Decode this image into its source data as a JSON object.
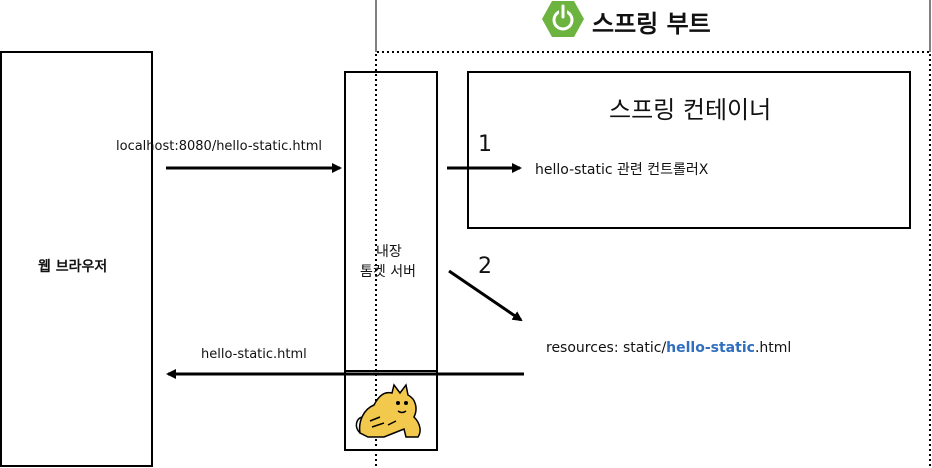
{
  "header": {
    "logo_icon": "spring-power-icon",
    "logo_color": "#6db33f",
    "title": "스프링 부트"
  },
  "browser": {
    "label": "웹 브라우저"
  },
  "tomcat": {
    "label_line1": "내장",
    "label_line2": "톰켓 서버",
    "icon": "tomcat-cat-icon"
  },
  "container": {
    "title": "스프링 컨테이너",
    "controller_text": "hello-static 관련 컨트롤러X"
  },
  "request": {
    "url": "localhost:8080/hello-static.html"
  },
  "steps": {
    "one": "1",
    "two": "2"
  },
  "resource": {
    "prefix": "resources: static/",
    "highlight": "hello-static",
    "suffix": ".html",
    "highlight_color": "#2f6fbd"
  },
  "response": {
    "label": "hello-static.html"
  }
}
